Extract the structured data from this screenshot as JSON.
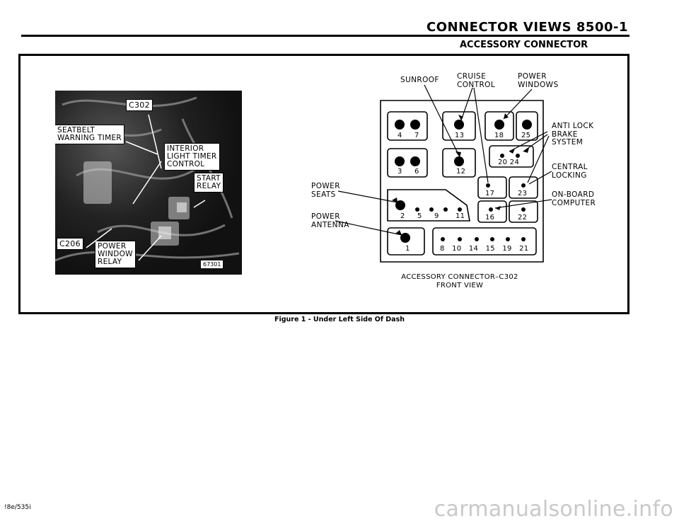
{
  "header": {
    "title": "CONNECTOR VIEWS   8500-1",
    "subtitle": "ACCESSORY CONNECTOR"
  },
  "photo": {
    "labels": {
      "c302": "C302",
      "seatbelt_line1": "SEATBELT",
      "seatbelt_line2": "WARNING TIMER",
      "interior_line1": "INTERIOR",
      "interior_line2": "LIGHT TIMER",
      "interior_line3": "CONTROL",
      "start_line1": "START",
      "start_line2": "RELAY",
      "c206": "C206",
      "window_line1": "POWER",
      "window_line2": "WINDOW",
      "window_line3": "RELAY",
      "photo_number": "67301"
    }
  },
  "diagram": {
    "labels": {
      "sunroof": "SUNROOF",
      "cruise_line1": "CRUISE",
      "cruise_line2": "CONTROL",
      "windows_line1": "POWER",
      "windows_line2": "WINDOWS",
      "abs_line1": "ANTI LOCK",
      "abs_line2": "BRAKE",
      "abs_line3": "SYSTEM",
      "central_line1": "CENTRAL",
      "central_line2": "LOCKING",
      "onboard_line1": "ON-BOARD",
      "onboard_line2": "COMPUTER",
      "seats_line1": "POWER",
      "seats_line2": "SEATS",
      "antenna_line1": "POWER",
      "antenna_line2": "ANTENNA"
    },
    "pins": {
      "p4": "4",
      "p7": "7",
      "p13": "13",
      "p18": "18",
      "p25": "25",
      "p3": "3",
      "p6": "6",
      "p12": "12",
      "p2024": "20 24",
      "p17": "17",
      "p23": "23",
      "p2": "2",
      "p5": "5",
      "p9": "9",
      "p11": "11",
      "p16": "16",
      "p22": "22",
      "p1": "1",
      "row8": "8   10   14   15   19   21"
    },
    "caption_line1": "ACCESSORY CONNECTOR–C302",
    "caption_line2": "FRONT VIEW"
  },
  "figure_caption": "Figure 1 - Under Left Side Of Dash",
  "footer": {
    "code": "!8e/535i"
  },
  "watermark": "carmanualsonline.info"
}
